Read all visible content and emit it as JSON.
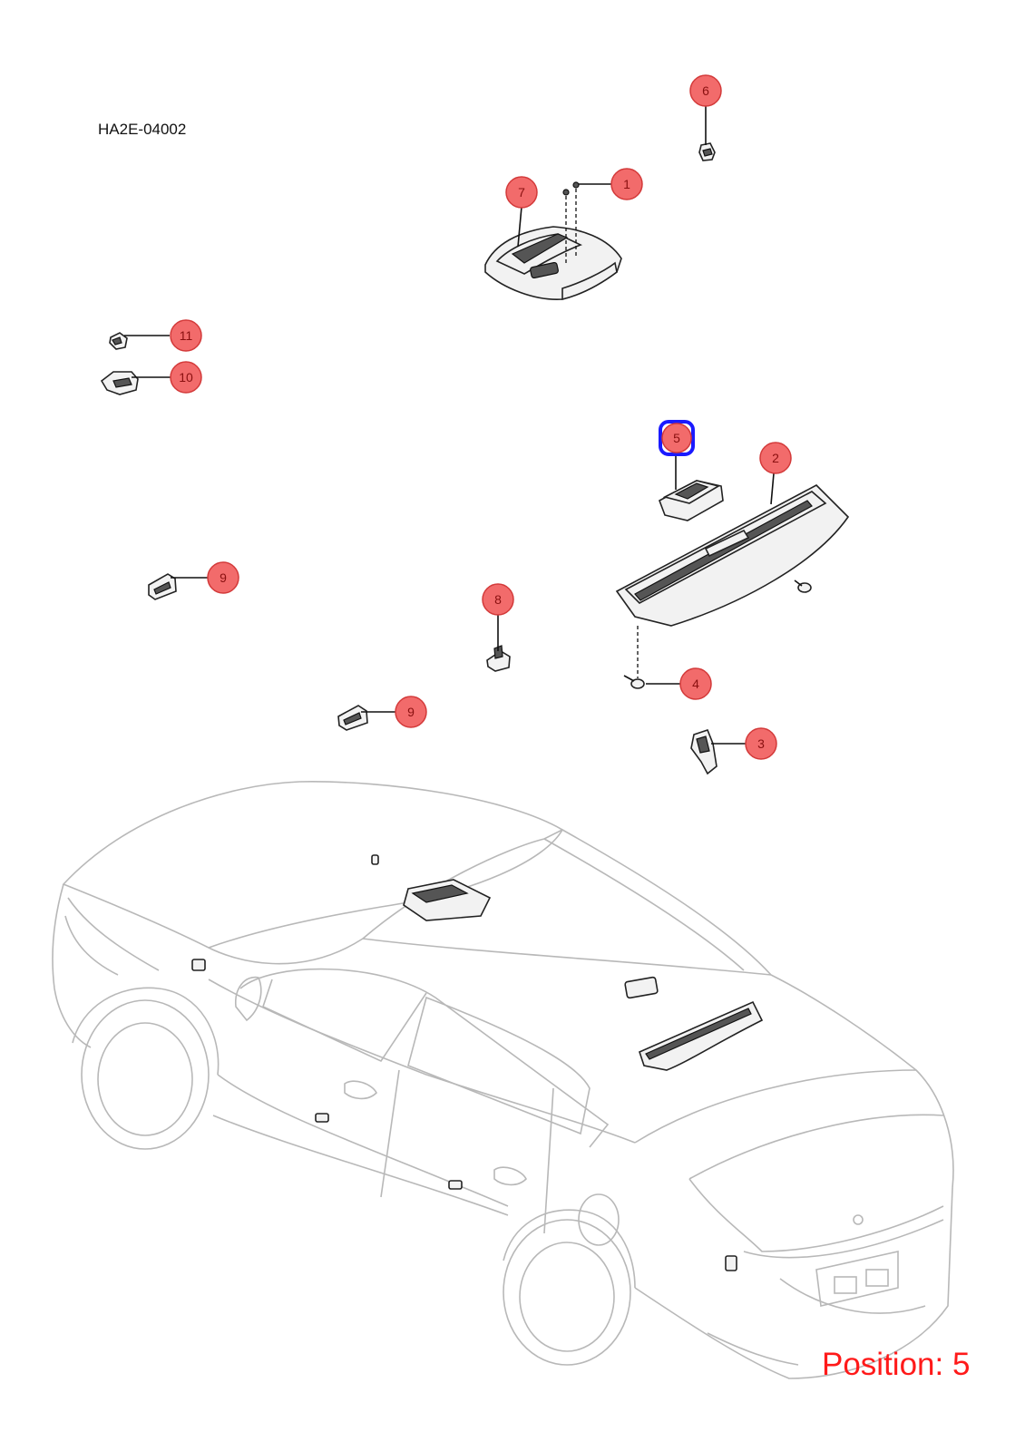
{
  "drawing_code": "HA2E-04002",
  "position_label": "Position: 5",
  "selected_callout": "5",
  "colors": {
    "callout_fill": "#f26b6b",
    "callout_stroke": "#d33a3a",
    "callout_text": "#8a1010",
    "highlight": "#1a1aff",
    "position_text": "#ff1a1a",
    "car_outline": "#b8b8b8"
  },
  "callouts": [
    {
      "id": "c1",
      "label": "1"
    },
    {
      "id": "c2",
      "label": "2"
    },
    {
      "id": "c3",
      "label": "3"
    },
    {
      "id": "c4",
      "label": "4"
    },
    {
      "id": "c5",
      "label": "5"
    },
    {
      "id": "c6",
      "label": "6"
    },
    {
      "id": "c7",
      "label": "7"
    },
    {
      "id": "c8",
      "label": "8"
    },
    {
      "id": "c9a",
      "label": "9"
    },
    {
      "id": "c9b",
      "label": "9"
    },
    {
      "id": "c10",
      "label": "10"
    },
    {
      "id": "c11",
      "label": "11"
    }
  ]
}
